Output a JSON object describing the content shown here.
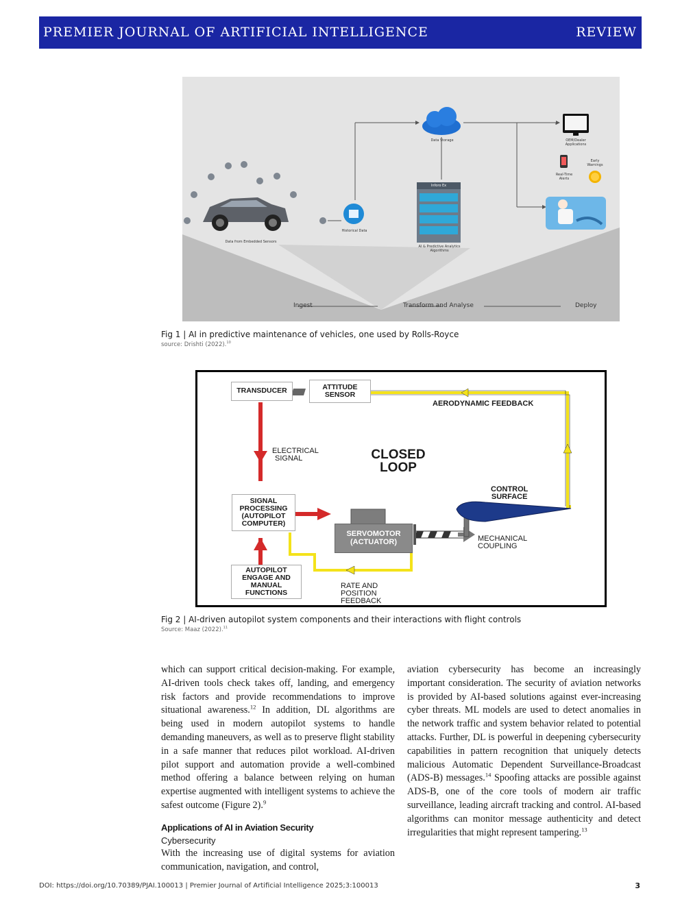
{
  "header": {
    "journal": "PREMIER JOURNAL OF ARTIFICIAL INTELLIGENCE",
    "section": "REVIEW"
  },
  "figure1": {
    "labels": {
      "storage": "Data Storage",
      "oem": "OEM/Dealer Applications",
      "rt_alerts": "Real-Time Alerts",
      "early": "Early Warnings",
      "server": "Inforo Ex",
      "analytics": "AI & Predictive Analytics Algorithms",
      "historical": "Historical Data",
      "sensors": "Data from Embedded Sensors"
    },
    "stages": {
      "ingest": "Ingest",
      "transform": "Transform and Analyse",
      "deploy": "Deploy"
    },
    "caption": "Fig 1 | AI in predictive maintenance of vehicles, one used by Rolls-Royce",
    "source": "source: Drishti (2022).",
    "source_ref": "10"
  },
  "figure2": {
    "transducer": "TRANSDUCER",
    "attitude_1": "ATTITUDE",
    "attitude_2": "SENSOR",
    "aero_feedback": "AERODYNAMIC FEEDBACK",
    "elec_1": "ELECTRICAL",
    "elec_2": "SIGNAL",
    "closed_1": "CLOSED",
    "closed_2": "LOOP",
    "control_1": "CONTROL",
    "control_2": "SURFACE",
    "sp_1": "SIGNAL",
    "sp_2": "PROCESSING",
    "sp_3": "(AUTOPILOT",
    "sp_4": "COMPUTER)",
    "servo_1": "SERVOMOTOR",
    "servo_2": "(ACTUATOR)",
    "mech_1": "MECHANICAL",
    "mech_2": "COUPLING",
    "ap_1": "AUTOPILOT",
    "ap_2": "ENGAGE AND",
    "ap_3": "MANUAL",
    "ap_4": "FUNCTIONS",
    "rate_1": "RATE AND",
    "rate_2": "POSITION",
    "rate_3": "FEEDBACK",
    "caption": "Fig 2 | AI-driven autopilot system components and their interactions with flight controls",
    "source": "Source: Maaz (2022).",
    "source_ref": "11"
  },
  "left_column": {
    "p1_a": "which can support critical decision-making. For example, AI-driven tools check takes off, landing, and emergency risk factors and provide recommendations to improve situational awareness.",
    "p1_ref1": "12",
    "p1_b": " In addition, DL algorithms are being used in modern autopilot systems to handle demanding maneuvers, as well as to preserve flight stability in a safe manner that reduces pilot workload. AI-driven pilot support and automation provide a well-combined method offering a balance between relying on human expertise augmented with intelligent systems to achieve the safest outcome (Figure 2).",
    "p1_ref2": "9",
    "section_heading": "Applications of AI in Aviation Security",
    "subsection_heading": "Cybersecurity",
    "p2": "With the increasing use of digital systems for aviation communication, navigation, and control,"
  },
  "right_column": {
    "p1_a": "aviation cybersecurity has become an increasingly important consideration. The security of aviation networks is provided by AI-based solutions against ever-increasing cyber threats. ML models are used to detect anomalies in the network traffic and system behavior related to potential attacks. Further, DL is powerful in deepening cybersecurity capabilities in pattern recognition that uniquely detects malicious Automatic Dependent Surveillance-Broadcast (ADS-B) messages.",
    "p1_ref1": "14",
    "p1_b": " Spoofing attacks are possible against ADS-B, one of the core tools of modern air traffic surveillance, leading aircraft tracking and control. AI-based algorithms can monitor message authenticity and detect irregularities that might represent tampering.",
    "p1_ref2": "13"
  },
  "footer": {
    "text": "DOI: https://doi.org/10.70389/PJAI.100013 | Premier Journal of Artificial Intelligence 2025;3:100013",
    "page": "3"
  }
}
